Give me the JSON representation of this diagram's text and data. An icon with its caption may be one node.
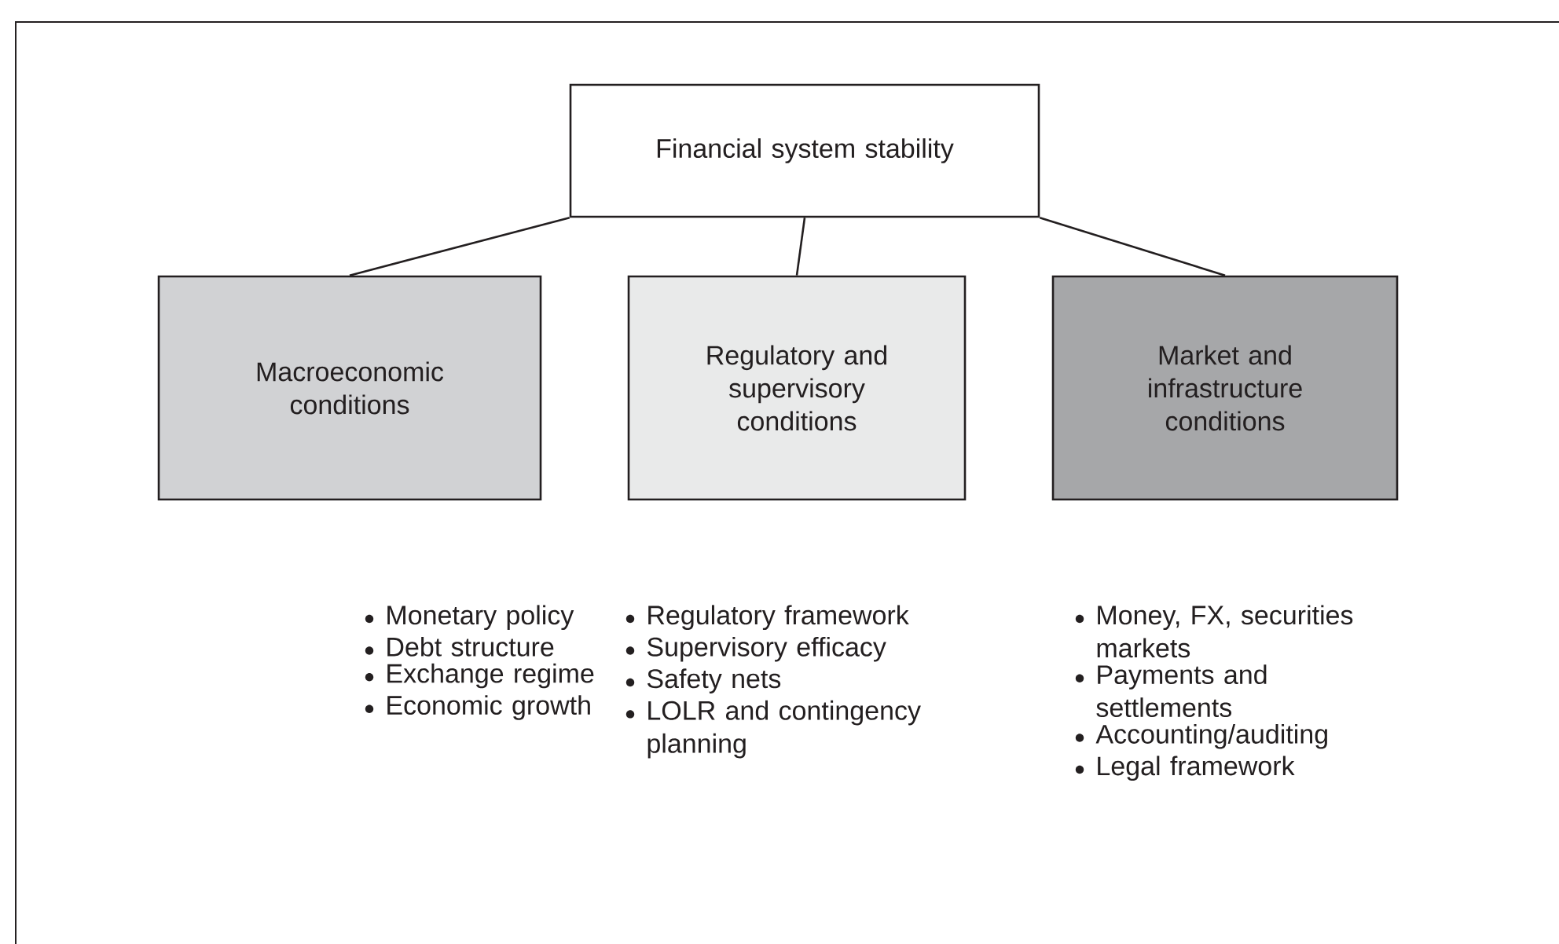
{
  "diagram": {
    "nodes": [
      {
        "text": [
          "Financial system stability"
        ]
      },
      {
        "text": [
          "Macroeconomic conditions"
        ],
        "beside": [
          "Monetary policy",
          "Debt structure",
          "Exchange regime",
          "Economic growth"
        ]
      },
      {
        "text": [
          "Regulatory and supervisory conditions"
        ],
        "beside": [
          "Regulatory framework",
          "Supervisory efficacy",
          "Safety nets",
          "LOLR and contingency planning"
        ]
      },
      {
        "text": [
          "Market and infrastructure conditions"
        ],
        "beside": [
          "Money, FX, securities markets",
          "Payments and settlements",
          "Accounting/auditing",
          "Legal framework"
        ]
      }
    ],
    "edges": [
      {
        "from": 0,
        "to": 1,
        "arrow": "none"
      },
      {
        "from": 0,
        "to": 2,
        "arrow": "none"
      },
      {
        "from": 0,
        "to": 3,
        "arrow": "none"
      }
    ]
  }
}
